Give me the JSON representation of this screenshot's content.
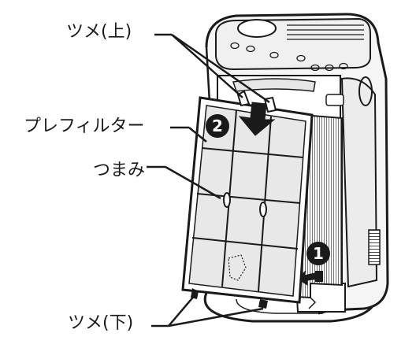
{
  "labels": {
    "tsume_top": "ツメ(上)",
    "prefilter": "プレフィルター",
    "tsumami": "つまみ",
    "tsume_bottom": "ツメ(下)"
  },
  "steps": {
    "step_1": "1",
    "step_2": "2"
  },
  "colors": {
    "ink": "#1a1a1a",
    "filter_fill": "#e8e8e8",
    "body_fill": "#f5f5f5"
  }
}
